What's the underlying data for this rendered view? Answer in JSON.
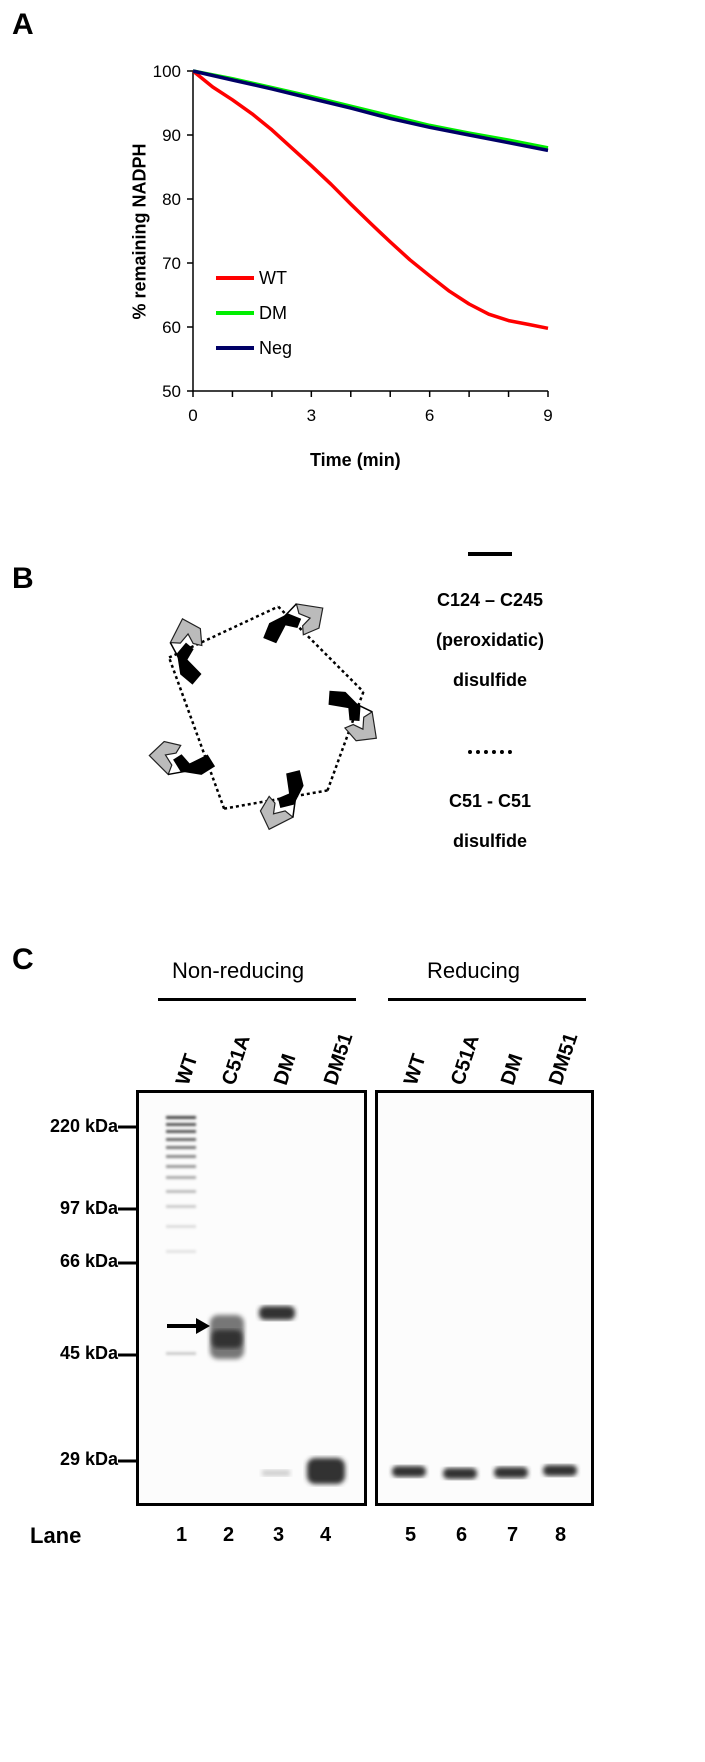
{
  "panel_a": {
    "label": "A",
    "chart_data": {
      "type": "line",
      "xlabel": "Time (min)",
      "ylabel": "% remaining NADPH",
      "xlim": [
        0,
        9
      ],
      "ylim": [
        50,
        100
      ],
      "x_ticks": [
        "0",
        "3",
        "6",
        "9"
      ],
      "y_ticks": [
        "50",
        "60",
        "70",
        "80",
        "90",
        "100"
      ],
      "grid": false,
      "legend_position": "bottom-left",
      "series": [
        {
          "name": "WT",
          "color": "#ff0000",
          "x": [
            0,
            0.5,
            1,
            1.5,
            2,
            2.5,
            3,
            3.5,
            4,
            4.5,
            5,
            5.5,
            6,
            6.5,
            7,
            7.5,
            8,
            8.5,
            9
          ],
          "y": [
            100,
            97.5,
            95.5,
            93.3,
            90.8,
            88,
            85.2,
            82.3,
            79.2,
            76.2,
            73.3,
            70.5,
            68,
            65.6,
            63.6,
            62,
            61,
            60.4,
            59.8
          ]
        },
        {
          "name": "DM",
          "color": "#00ee00",
          "x": [
            0,
            1,
            2,
            3,
            4,
            5,
            6,
            7,
            8,
            9
          ],
          "y": [
            100,
            98.8,
            97.4,
            96,
            94.5,
            93,
            91.5,
            90.3,
            89.2,
            88
          ]
        },
        {
          "name": "Neg",
          "color": "#000066",
          "x": [
            0,
            1,
            2,
            3,
            4,
            5,
            6,
            7,
            8,
            9
          ],
          "y": [
            100,
            98.6,
            97.2,
            95.7,
            94.2,
            92.6,
            91.2,
            90,
            88.8,
            87.6
          ]
        }
      ]
    }
  },
  "panel_b": {
    "label": "B",
    "legend": [
      {
        "line_style": "solid",
        "lines": [
          "C124 – C245",
          "(peroxidatic)",
          "disulfide"
        ]
      },
      {
        "line_style": "dotted",
        "lines": [
          "C51 - C51",
          "disulfide"
        ]
      }
    ]
  },
  "panel_c": {
    "label": "C",
    "groups": [
      "Non-reducing",
      "Reducing"
    ],
    "left_lanes": [
      "WT",
      "C51A",
      "DM",
      "DM51"
    ],
    "right_lanes": [
      "WT",
      "C51A",
      "DM",
      "DM51"
    ],
    "markers": [
      "220 kDa",
      "97 kDa",
      "66 kDa",
      "45 kDa",
      "29 kDa"
    ],
    "lane_label": "Lane",
    "lane_numbers": [
      "1",
      "2",
      "3",
      "4",
      "5",
      "6",
      "7",
      "8"
    ]
  }
}
